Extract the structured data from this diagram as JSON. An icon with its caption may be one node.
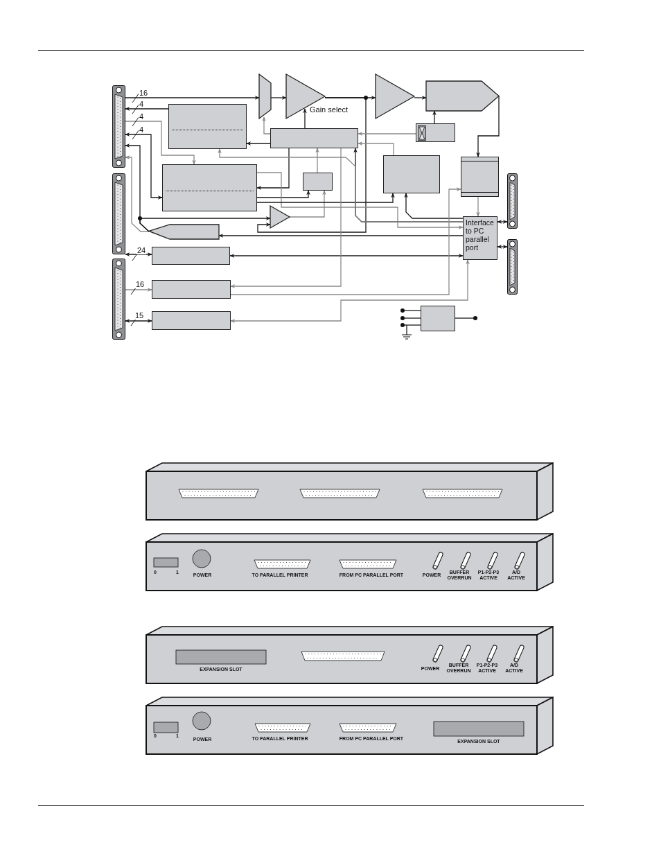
{
  "diagram": {
    "nodes": [
      {
        "text": [],
        "shape": "connector"
      },
      {
        "text": [],
        "shape": "connector"
      },
      {
        "text": [],
        "shape": "connector"
      },
      {
        "text": [],
        "shape": "trapezoid"
      },
      {
        "text": [],
        "shape": "triangle"
      },
      {
        "text": [],
        "shape": "triangle"
      },
      {
        "text": [],
        "shape": "pentagon"
      },
      {
        "text": [],
        "shape": "box"
      },
      {
        "text": [],
        "shape": "box"
      },
      {
        "text": [],
        "shape": "box"
      },
      {
        "text": [],
        "shape": "box"
      },
      {
        "text": [],
        "shape": "box"
      },
      {
        "text": [],
        "shape": "box"
      },
      {
        "text": [],
        "shape": "box"
      },
      {
        "text": [],
        "shape": "triangle"
      },
      {
        "text": [],
        "shape": "pentagon"
      },
      {
        "text": [],
        "shape": "box"
      },
      {
        "text": [],
        "shape": "box"
      },
      {
        "text": [],
        "shape": "box"
      },
      {
        "text": [
          "Interface to PC parallel port"
        ]
      },
      {
        "text": [],
        "shape": "connector"
      },
      {
        "text": [],
        "shape": "connector"
      },
      {
        "text": [],
        "shape": "box"
      }
    ],
    "edges": [
      {
        "from": 0,
        "to": 3,
        "arrow": "to",
        "label": "16"
      },
      {
        "from": 3,
        "to": 4,
        "arrow": "to"
      },
      {
        "from": 4,
        "to": 5,
        "arrow": "to"
      },
      {
        "from": 5,
        "to": 6,
        "arrow": "to"
      },
      {
        "from": 7,
        "to": 6,
        "arrow": "to"
      },
      {
        "from": 6,
        "to": 13,
        "arrow": "to"
      },
      {
        "from": 13,
        "to": 19,
        "arrow": "to",
        "color": "#8a8a8a"
      },
      {
        "from": 9,
        "to": 4,
        "arrow": "to",
        "label": "Gain select"
      },
      {
        "from": 9,
        "to": 3,
        "arrow": "to",
        "color": "#8a8a8a"
      },
      {
        "from": 9,
        "to": 8,
        "arrow": "to"
      },
      {
        "from": 8,
        "to": 0,
        "arrow": "to",
        "label": "4"
      },
      {
        "from": 0,
        "to": 10,
        "arrow": "to",
        "label": "4",
        "color": "#8a8a8a"
      },
      {
        "from": 10,
        "to": 0,
        "arrow": "both",
        "label": "4"
      },
      {
        "from": 15,
        "to": 0,
        "arrow": "to"
      },
      {
        "from": 15,
        "to": 0,
        "arrow": "to",
        "color": "#8a8a8a"
      },
      {
        "from": 15,
        "to": 14,
        "arrow": "to"
      },
      {
        "from": 14,
        "to": 11,
        "arrow": "to",
        "color": "#8a8a8a"
      },
      {
        "from": 4,
        "to": 14,
        "arrow": "to"
      },
      {
        "from": 10,
        "to": 11,
        "arrow": "to"
      },
      {
        "from": 9,
        "to": 10,
        "arrow": "to"
      },
      {
        "from": 11,
        "to": 9,
        "arrow": "to",
        "color": "#8a8a8a"
      },
      {
        "from": 10,
        "to": 19,
        "arrow": "to",
        "color": "#8a8a8a"
      },
      {
        "from": 10,
        "to": 12,
        "arrow": "to"
      },
      {
        "from": 19,
        "to": 12,
        "arrow": "to"
      },
      {
        "from": 19,
        "to": 9,
        "arrow": "to"
      },
      {
        "from": 19,
        "to": 8,
        "arrow": "to",
        "color": "#8a8a8a"
      },
      {
        "from": 12,
        "to": 9,
        "arrow": "to",
        "color": "#8a8a8a"
      },
      {
        "from": 7,
        "to": 9,
        "arrow": "to",
        "color": "#8a8a8a"
      },
      {
        "from": 19,
        "to": 15,
        "arrow": "to"
      },
      {
        "from": 19,
        "to": 16,
        "arrow": "both"
      },
      {
        "from": 16,
        "to": 1,
        "arrow": "both",
        "label": "24"
      },
      {
        "from": 9,
        "to": 17,
        "arrow": "to",
        "color": "#8a8a8a"
      },
      {
        "from": 17,
        "to": 13,
        "arrow": "to",
        "color": "#8a8a8a"
      },
      {
        "from": 19,
        "to": 18,
        "arrow": "both",
        "color": "#8a8a8a"
      },
      {
        "from": 2,
        "to": 17,
        "arrow": "to",
        "label": "16",
        "color": "#8a8a8a"
      },
      {
        "from": 18,
        "to": 2,
        "arrow": "both",
        "label": "15"
      },
      {
        "from": 19,
        "to": 20,
        "arrow": "both"
      },
      {
        "from": 19,
        "to": 21,
        "arrow": "both"
      },
      {
        "from": null,
        "to": 22,
        "arrow": "none"
      },
      {
        "from": null,
        "to": 22,
        "arrow": "none"
      },
      {
        "from": null,
        "to": 22,
        "arrow": "none"
      },
      {
        "from": 22,
        "to": null,
        "arrow": "none"
      }
    ],
    "labels": [
      "0",
      "1",
      "POWER",
      "TO PARALLEL PRINTER",
      "FROM PC PARALLEL PORT",
      "POWER",
      "BUFFER OVERRUN",
      "P1-P2-P3 ACTIVE",
      "A/D ACTIVE",
      "EXPANSION SLOT",
      "POWER",
      "BUFFER OVERRUN",
      "P1-P2-P3 ACTIVE",
      "A/D ACTIVE",
      "0",
      "1",
      "POWER",
      "TO PARALLEL PRINTER",
      "FROM PC PARALLEL PORT",
      "EXPANSION SLOT"
    ]
  }
}
